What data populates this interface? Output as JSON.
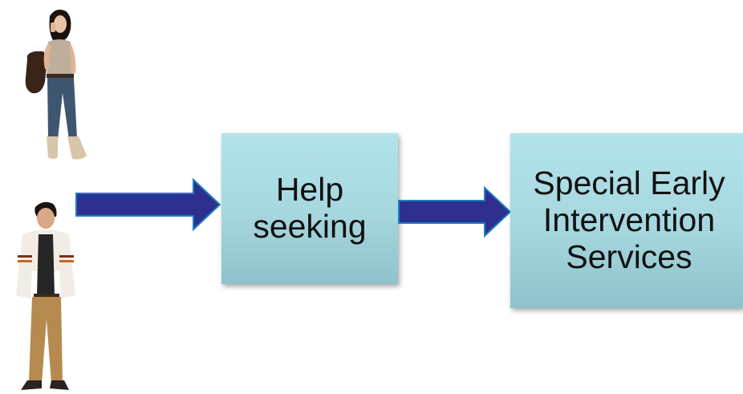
{
  "diagram": {
    "type": "flow",
    "nodes": [
      {
        "id": "help-seeking",
        "lines": [
          "Help",
          "seeking"
        ]
      },
      {
        "id": "special-services",
        "lines": [
          "Special Early",
          "Intervention",
          "Services"
        ]
      }
    ],
    "edges": [
      {
        "from": "young-people",
        "to": "help-seeking"
      },
      {
        "from": "help-seeking",
        "to": "special-services"
      }
    ],
    "arrow_color": "#2e2f8f",
    "box_color": "#a9dbe2"
  },
  "figures": [
    {
      "id": "girl",
      "icon": "young-woman-with-phone-and-bag"
    },
    {
      "id": "boy",
      "icon": "young-man-in-jacket"
    }
  ]
}
